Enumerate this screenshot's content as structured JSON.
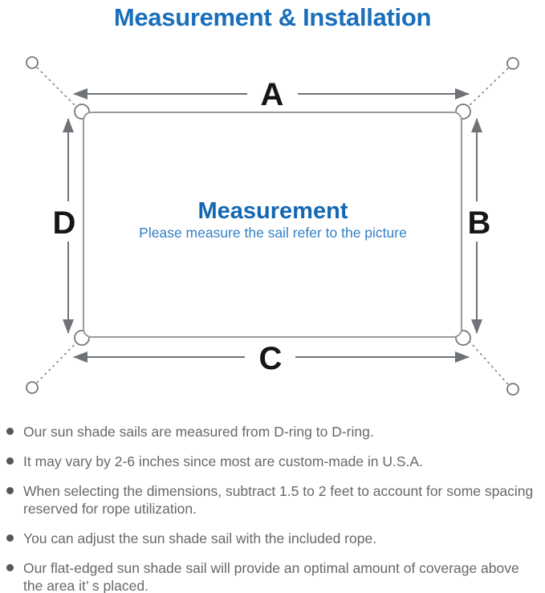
{
  "title": "Measurement & Installation",
  "diagram": {
    "center_title": "Measurement",
    "center_subtitle": "Please measure the sail refer to the picture",
    "side_labels": {
      "top": "A",
      "right": "B",
      "bottom": "C",
      "left": "D"
    },
    "colors": {
      "title_blue": "#1a6fba",
      "center_title_blue": "#1467b2",
      "center_subtitle_blue": "#3381c6",
      "arrow_gray": "#6f7377",
      "sail_border_gray": "#97999b",
      "label_black": "#161616",
      "note_text_gray": "#686868"
    }
  },
  "notes": {
    "items": [
      {
        "text": "Our sun shade sails are measured from D-ring to D-ring."
      },
      {
        "text": "It may vary by 2-6 inches since most are custom-made in U.S.A."
      },
      {
        "text": "When selecting the dimensions, subtract 1.5 to 2 feet to account for some spacing reserved for rope utilization."
      },
      {
        "text": "You can adjust the sun shade sail with the included rope."
      },
      {
        "text": "Our flat-edged sun shade sail will provide an optimal amount of coverage above the area it’ s placed."
      }
    ]
  }
}
